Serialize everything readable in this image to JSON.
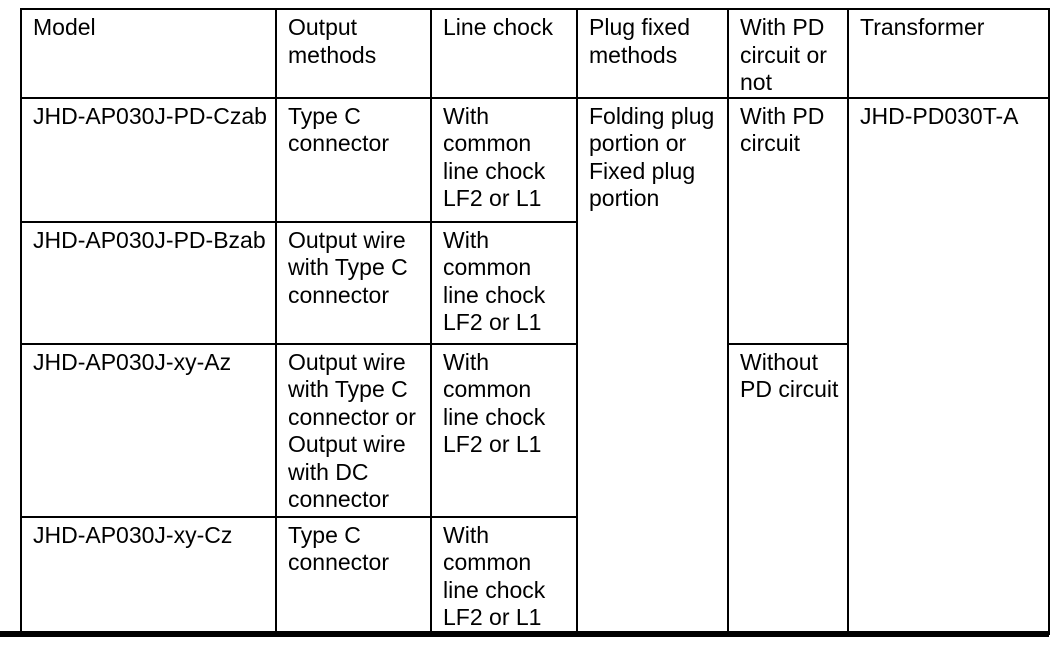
{
  "page": {
    "background_color": "#ffffff",
    "border_color": "#000000",
    "text_color": "#000000"
  },
  "table": {
    "header": {
      "model": "Model",
      "output_methods": "Output\nmethods",
      "line_chock": "Line chock",
      "plug_fixed_methods": "Plug fixed\nmethods",
      "pd_circuit": "With PD\ncircuit or\nnot",
      "transformer": "Transformer"
    },
    "rows": [
      {
        "model": "JHD-AP030J-PD-Czab",
        "output_methods": "Type C\nconnector",
        "line_chock": "With\ncommon\nline chock\nLF2 or L1"
      },
      {
        "model": "JHD-AP030J-PD-Bzab",
        "output_methods": "Output wire\nwith Type C\nconnector",
        "line_chock": "With\ncommon\nline chock\nLF2 or L1"
      },
      {
        "model": "JHD-AP030J-xy-Az",
        "output_methods": "Output wire\nwith Type C\nconnector or\nOutput wire\nwith DC\nconnector",
        "line_chock": "With\ncommon\nline chock\nLF2 or L1"
      },
      {
        "model": "JHD-AP030J-xy-Cz",
        "output_methods": "Type C\nconnector",
        "line_chock": "With\ncommon\nline chock\nLF2 or L1"
      }
    ],
    "merged": {
      "plug_fixed_methods": "Folding plug\nportion or\nFixed plug\nportion",
      "with_pd_circuit": "With PD\ncircuit",
      "without_pd_circuit": "Without\nPD circuit",
      "transformer": "JHD-PD030T-A"
    }
  }
}
